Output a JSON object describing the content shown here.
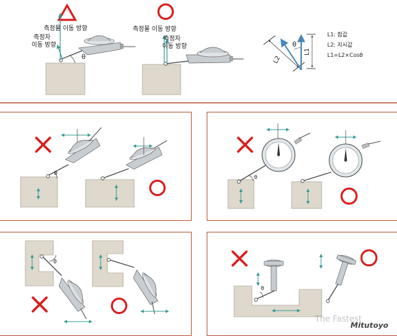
{
  "top": {
    "left_label_workpiece_dir": "측정물 이동 방향",
    "left_label_probe_dir_line1": "측정자",
    "left_label_probe_dir_line2": "이동 방향",
    "right_label_workpiece_dir": "측정물 이동 방향",
    "right_label_probe_dir_line1": "측정자",
    "right_label_probe_dir_line2": "이동 방향",
    "theta": "θ"
  },
  "vector": {
    "l1_axis": "L1",
    "l2_axis": "L2",
    "theta": "θ",
    "legend": [
      "L1: 참값",
      "L2: 지시값",
      "L1=L2×Cosθ"
    ]
  },
  "panels": {
    "theta": "θ"
  },
  "watermark": {
    "line1": "The Fastest",
    "line2": "Mitutoyo"
  },
  "colors": {
    "workpiece": "#ded9cc",
    "frame": "#b85a3a",
    "wrong": "#d81e1e",
    "correct": "#d81e1e",
    "arrow": "#3a9a95",
    "metal": "#c8cdd2"
  }
}
